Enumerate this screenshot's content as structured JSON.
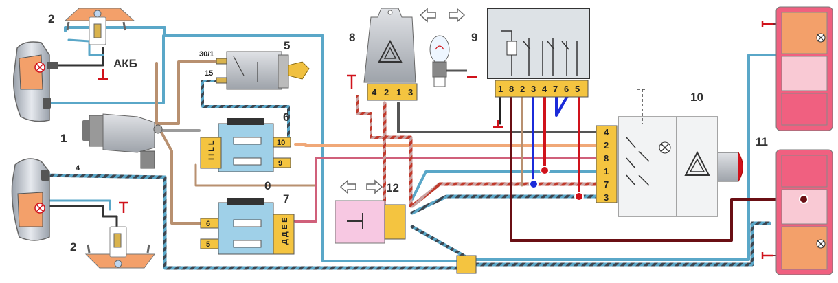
{
  "components": {
    "headlight_top": "1",
    "headlight_bottom": "1",
    "side_repeater_top": "2",
    "side_repeater_bottom": "2",
    "alternator": "4",
    "ignition_switch": "5",
    "fuse_block_upper": "6",
    "fuse_block_lower": "7",
    "hazard_relay": "8",
    "side_lamp": "9",
    "hazard_switch": "10",
    "rear_lamp": "11",
    "turn_switch": "12"
  },
  "battery_label": "АКБ",
  "ground_label": "0",
  "ignition_terminals": [
    "30/1",
    "15"
  ],
  "fuse_upper_pins": [
    "10",
    "9"
  ],
  "fuse_upper_side": "I I L L",
  "fuse_lower_pins": [
    "6",
    "5"
  ],
  "fuse_lower_side": "Д Д Е Е",
  "relay_pins": [
    "4",
    "2",
    "1",
    "3"
  ],
  "connector_pins": [
    "1",
    "8",
    "2",
    "3",
    "4",
    "7",
    "6",
    "5"
  ],
  "hazard_switch_pins": [
    "4",
    "2",
    "8",
    "1",
    "7",
    "3"
  ],
  "colors": {
    "blue_wire": "#5aa7c8",
    "gray_wire": "#9b9b9b",
    "brown_wire": "#b89070",
    "dark_red_wire": "#6a0f14",
    "red_wire": "#d0121b",
    "connector_fill": "#f4c440",
    "amber_lamp": "#f3a06a",
    "pink_lamp": "#f06080"
  }
}
